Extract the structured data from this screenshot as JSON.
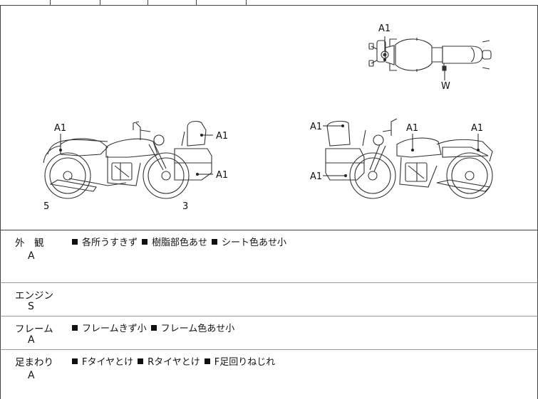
{
  "diagram": {
    "labels": {
      "top_view": "A1",
      "top_view_w": "W",
      "left_rear": "A1",
      "left_case_top": "A1",
      "left_case_mid": "A1",
      "left_number_5": "5",
      "left_number_3": "3",
      "right_case_top": "A1",
      "right_case_mid": "A1",
      "right_tank": "A1",
      "right_rear": "A1"
    }
  },
  "rows": [
    {
      "category": "外　観",
      "grade": "A",
      "notes": [
        "各所うすきず",
        "樹脂部色あせ",
        "シート色あせ小"
      ]
    },
    {
      "category": "エンジン",
      "grade": "S",
      "notes": []
    },
    {
      "category": "フレーム",
      "grade": "A",
      "notes": [
        "フレームきず小",
        "フレーム色あせ小"
      ]
    },
    {
      "category": "足まわり",
      "grade": "A",
      "notes": [
        "Fタイヤとけ",
        "Rタイヤとけ",
        "F足回りねじれ"
      ]
    }
  ]
}
